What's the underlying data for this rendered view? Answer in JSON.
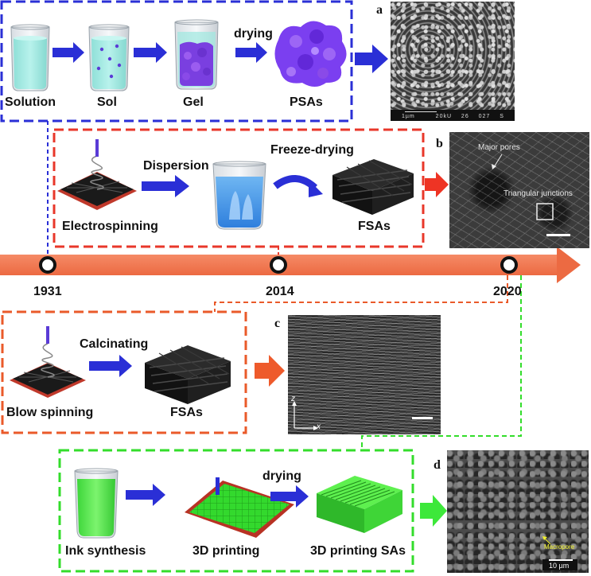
{
  "colors": {
    "timeline": "#f0734e",
    "blue_box": "#2a2fd6",
    "red_box": "#e8372a",
    "orange_box": "#ea5a2a",
    "green_box": "#33dd2b",
    "arrow_blue": "#2a2fd6",
    "arrow_red": "#ee3424",
    "arrow_orange": "#ee5a2b",
    "arrow_green": "#3de83a"
  },
  "timeline": {
    "years": [
      "1931",
      "2014",
      "2020"
    ]
  },
  "panel_a": {
    "letter": "a",
    "steps": [
      "Solution",
      "Sol",
      "Gel",
      "PSAs"
    ],
    "arrow_label": "drying",
    "scalebar": [
      "1µm",
      "20kU",
      "26",
      "027",
      "S"
    ]
  },
  "panel_b": {
    "letter": "b",
    "steps": [
      "Electrospinning",
      "FSAs"
    ],
    "arrow_labels": [
      "Dispersion",
      "Freeze-drying"
    ],
    "annotations": [
      "Major pores",
      "Triangular junctions"
    ]
  },
  "panel_c": {
    "letter": "c",
    "steps": [
      "Blow spinning",
      "FSAs"
    ],
    "arrow_label": "Calcinating",
    "axes": [
      "z",
      "x"
    ]
  },
  "panel_d": {
    "letter": "d",
    "steps": [
      "Ink synthesis",
      "3D printing",
      "3D printing SAs"
    ],
    "arrow_label": "drying",
    "annotation": "Macropore",
    "scalebar": "10 µm"
  }
}
